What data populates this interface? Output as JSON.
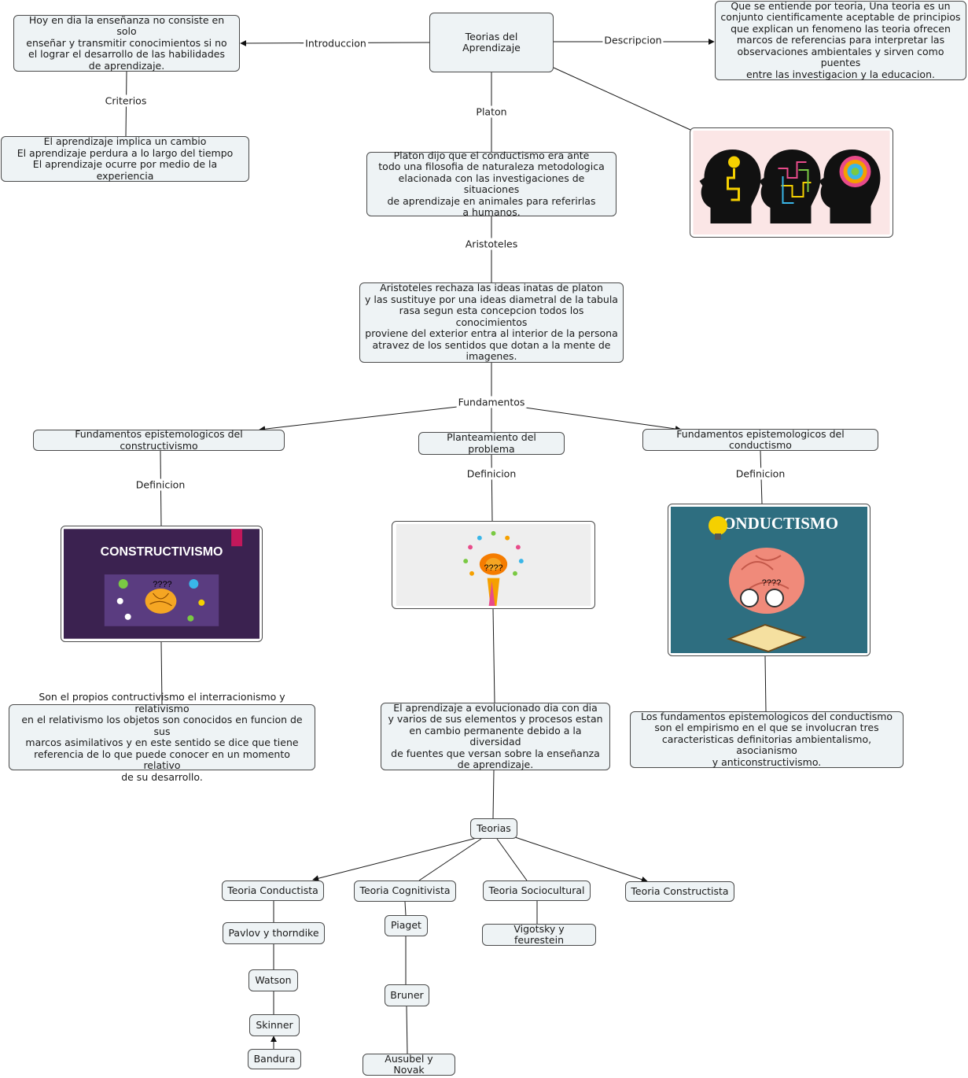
{
  "nodes": {
    "root": "Teorias del Aprendizaje",
    "intro": "Hoy en dia la enseñanza no consiste en solo\nenseñar y transmitir conocimientos si no\nel lograr el desarrollo de las habilidades\nde aprendizaje.",
    "descripcion": "Que se entiende por teoria, Una teoria es un\nconjunto cientificamente aceptable de principios\nque explican un fenomeno las teoria ofrecen\nmarcos de referencias para interpretar las\nobservaciones ambientales y sirven como puentes\nentre las investigacion y la educacion.",
    "criterios": "El aprendizaje implica un cambio\nEl aprendizaje perdura a lo largo del tiempo\nEl aprendizaje ocurre por medio de la experiencia",
    "platon": "Platon dijo que el conductismo era ante\ntodo una filosofia de naturaleza metodologica\nelacionada con las investigaciones de situaciones\nde aprendizaje en animales para referirlas\na humanos.",
    "aristoteles": "Aristoteles rechaza las ideas inatas de platon\ny las sustituye por una ideas diametral de la tabula\nrasa segun esta concepcion todos los conocimientos\nproviene del exterior entra al interior de la persona\natravez de los sentidos que dotan a la mente de\nimagenes.",
    "fund_constr": "Fundamentos epistemologicos del constructivismo",
    "planteamiento": "Planteamiento del problema",
    "fund_cond": "Fundamentos epistemologicos del conductismo",
    "def_constr": "Son el propios contructivismo el interracionismo y relativismo\nen el relativismo los objetos son conocidos en funcion de sus\nmarcos asimilativos y en este sentido se dice que tiene\nreferencia de lo que puede conocer en un momento relativo\nde su desarrollo.",
    "def_plant": "El aprendizaje a evolucionado dia con dia\ny varios de sus elementos y procesos estan\nen cambio permanente debido a la diversidad\nde fuentes que versan sobre la enseñanza\nde aprendizaje.",
    "def_cond": "Los fundamentos epistemologicos del conductismo\nson el empirismo en el que se involucran tres\ncaracteristicas definitorias ambientalismo, asocianismo\ny anticonstructivismo.",
    "teorias": "Teorias",
    "t_conductista": "Teoria Conductista",
    "t_cognitivista": "Teoria Cognitivista",
    "t_sociocultural": "Teoria Sociocultural",
    "t_constructista": "Teoria Constructista",
    "pavlov": "Pavlov y thorndike",
    "watson": "Watson",
    "skinner": "Skinner",
    "bandura": "Bandura",
    "piaget": "Piaget",
    "bruner": "Bruner",
    "ausubel": "Ausubel y Novak",
    "vigotsky": "Vigotsky y feurestein"
  },
  "labels": {
    "introduccion": "Introduccion",
    "descripcion": "Descripcion",
    "criterios": "Criterios",
    "platon": "Platon",
    "aristoteles": "Aristoteles",
    "fundamentos": "Fundamentos",
    "definicion_1": "Definicion",
    "definicion_2": "Definicion",
    "definicion_3": "Definicion"
  },
  "images": {
    "constructivismo_title": "CONSTRUCTIVISMO",
    "constructivismo_marks": "????",
    "planteamiento_marks": "????",
    "conductismo_title": "CONDUCTISMO",
    "conductismo_marks": "????"
  },
  "colors": {
    "node_fill": "#eef3f5",
    "node_border": "#4a4a4a",
    "line": "#1a1a1a",
    "constructivismo_bg": "#3b2250",
    "conductismo_bg": "#2e6e80"
  }
}
